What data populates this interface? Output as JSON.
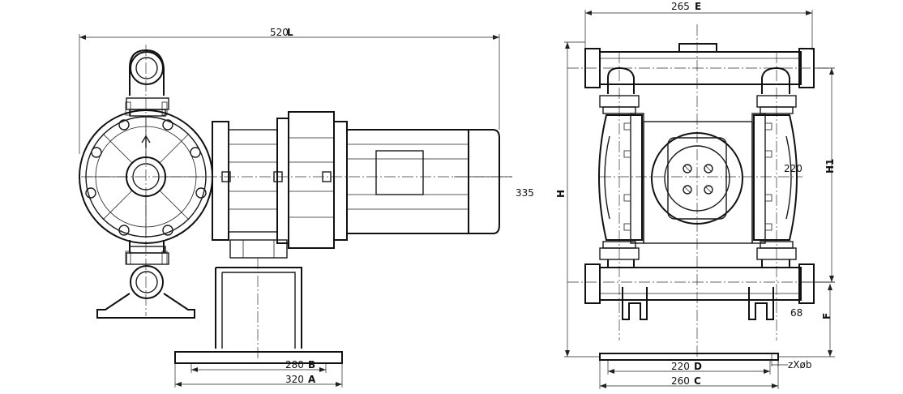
{
  "side_view": {
    "dim_L": "520",
    "dim_L_letter": "L",
    "dim_height": "335",
    "dim_B": "280",
    "dim_B_letter": "B",
    "dim_A": "320",
    "dim_A_letter": "A"
  },
  "front_view": {
    "dim_E": "265",
    "dim_E_letter": "E",
    "dim_H_letter": "H",
    "dim_H1_letter": "H1",
    "dim_220_mid": "220",
    "dim_68": "68",
    "dim_F_letter": "F",
    "dim_D": "220",
    "dim_D_letter": "D",
    "dim_C": "260",
    "dim_C_letter": "C",
    "hole_label": "zXøb"
  }
}
